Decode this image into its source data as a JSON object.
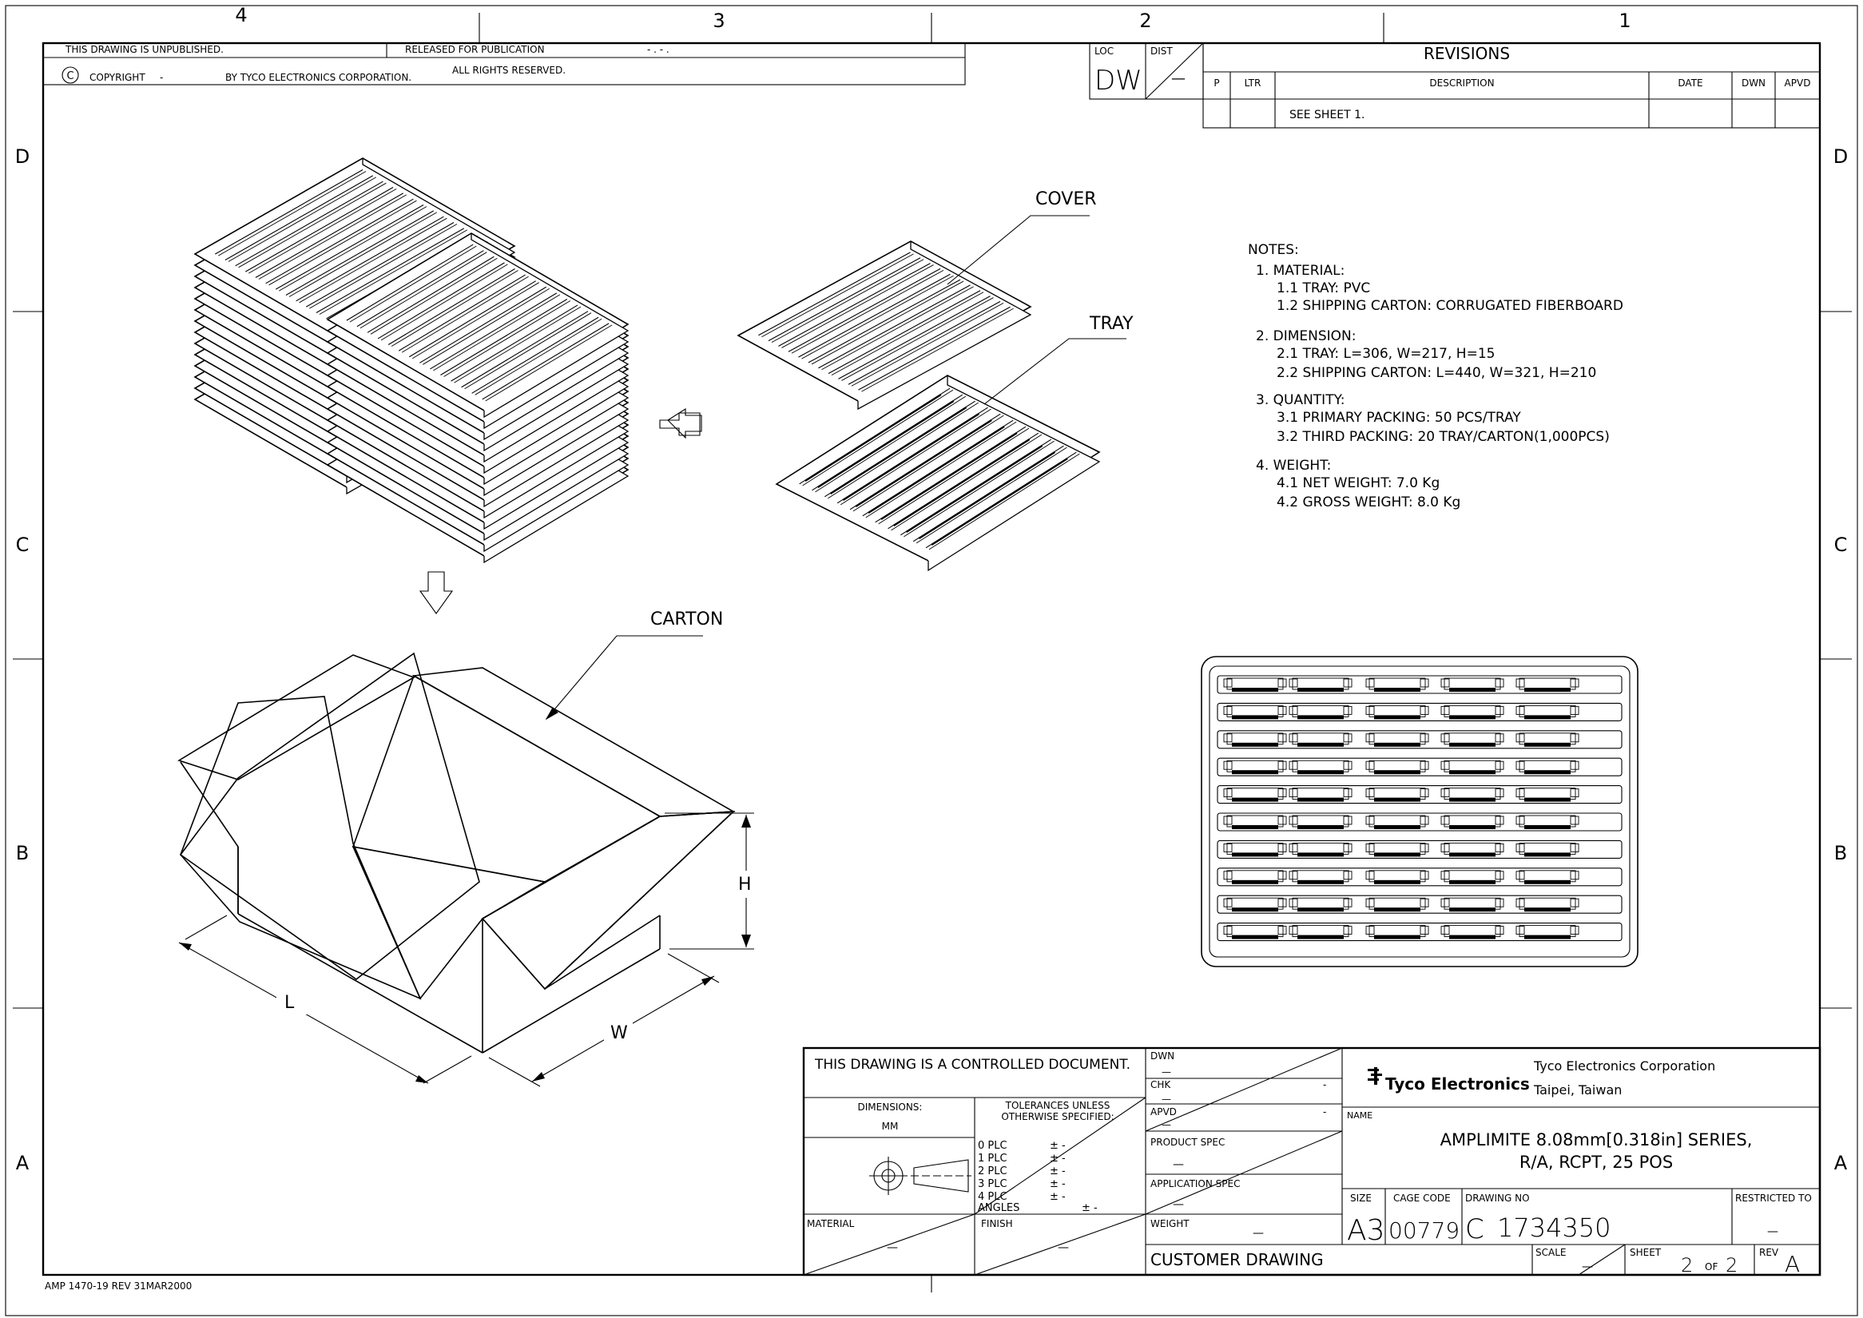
{
  "zones": {
    "top": [
      "4",
      "3",
      "2",
      "1"
    ],
    "side": [
      "D",
      "C",
      "B",
      "A"
    ]
  },
  "header": {
    "unpublished": "THIS DRAWING IS UNPUBLISHED.",
    "released": "RELEASED FOR PUBLICATION",
    "released_date": "- . -    .",
    "copyright_symbol": "C",
    "copyright": "COPYRIGHT",
    "copyright_dash": "-",
    "by_corp": "BY TYCO ELECTRONICS CORPORATION.",
    "rights": "ALL RIGHTS RESERVED."
  },
  "loc_dist": {
    "loc_label": "LOC",
    "loc_value": "DW",
    "dist_label": "DIST",
    "dist_value": "—"
  },
  "revisions": {
    "title": "REVISIONS",
    "col_p": "P",
    "col_ltr": "LTR",
    "col_description": "DESCRIPTION",
    "col_date": "DATE",
    "col_dwn": "DWN",
    "col_apvd": "APVD",
    "row_description": "SEE SHEET 1."
  },
  "labels": {
    "cover": "COVER",
    "tray": "TRAY",
    "carton": "CARTON",
    "dim_h": "H",
    "dim_l": "L",
    "dim_w": "W"
  },
  "notes": {
    "title": "NOTES:",
    "lines": [
      "1.  MATERIAL:",
      "1.1  TRAY: PVC",
      "1.2  SHIPPING CARTON: CORRUGATED FIBERBOARD",
      "2.  DIMENSION:",
      "2.1  TRAY: L=306, W=217, H=15",
      "2.2  SHIPPING CARTON: L=440, W=321, H=210",
      "3.  QUANTITY:",
      "3.1  PRIMARY PACKING: 50 PCS/TRAY",
      "3.2  THIRD PACKING: 20 TRAY/CARTON(1,000PCS)",
      "4.  WEIGHT:",
      "4.1  NET WEIGHT: 7.0 Kg",
      "4.2  GROSS WEIGHT: 8.0 Kg"
    ]
  },
  "title_block": {
    "controlled": "THIS DRAWING IS A CONTROLLED DOCUMENT.",
    "dimensions_label": "DIMENSIONS:",
    "dimensions_unit": "MM",
    "tolerances_line1": "TOLERANCES UNLESS",
    "tolerances_line2": "OTHERWISE SPECIFIED:",
    "tol_rows": [
      {
        "label": "0  PLC",
        "value": "± -"
      },
      {
        "label": "1  PLC",
        "value": "± -"
      },
      {
        "label": "2  PLC",
        "value": "± -"
      },
      {
        "label": "3  PLC",
        "value": "± -"
      },
      {
        "label": "4  PLC",
        "value": "± -"
      }
    ],
    "angles_label": "ANGLES",
    "angles_value": "± -",
    "material_label": "MATERIAL",
    "material_value": "—",
    "finish_label": "FINISH",
    "finish_value": "—",
    "dwn_label": "DWN",
    "dwn_value": "—",
    "chk_label": "CHK",
    "chk_value": "—",
    "chk_right": "-",
    "apvd_label": "APVD",
    "apvd_value": "—",
    "apvd_right": "-",
    "product_spec_label": "PRODUCT SPEC",
    "product_spec_value": "—",
    "application_spec_label": "APPLICATION SPEC",
    "application_spec_value": "—",
    "weight_label": "WEIGHT",
    "weight_value": "—",
    "customer_drawing": "CUSTOMER DRAWING",
    "company_logo": "Tyco Electronics",
    "company_name": "Tyco Electronics Corporation",
    "company_location": "Taipei, Taiwan",
    "name_label": "NAME",
    "name_line1": "AMPLIMITE 8.08mm[0.318in] SERIES,",
    "name_line2": "R/A, RCPT, 25 POS",
    "size_label": "SIZE",
    "size_value": "A3",
    "cage_label": "CAGE CODE",
    "cage_value": "00779",
    "drawing_no_label": "DRAWING NO",
    "drawing_no_prefix": "C",
    "drawing_no_value": "1734350",
    "restricted_label": "RESTRICTED TO",
    "restricted_value": "—",
    "scale_label": "SCALE",
    "scale_value": "—",
    "sheet_label": "SHEET",
    "sheet_num": "2",
    "sheet_of": "OF",
    "sheet_total": "2",
    "rev_label": "REV",
    "rev_value": "A"
  },
  "footer": {
    "form_id": "AMP 1470-19 REV 31MAR2000"
  }
}
